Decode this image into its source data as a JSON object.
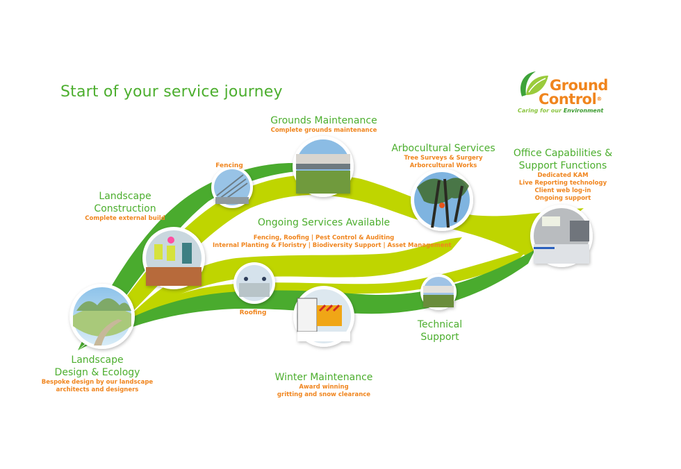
{
  "page_title": "Start of your service journey",
  "logo": {
    "line1": "Ground",
    "line2": "Control",
    "registered": "®",
    "tagline_prefix": "Caring for our",
    "tagline_emphasis": "Environment",
    "icon": "leaf-swirl-icon"
  },
  "colors": {
    "green_dark": "#4aab2e",
    "green_light": "#bfd500",
    "heading_green": "#4cae2e",
    "orange": "#f0851e"
  },
  "stages": {
    "landscape_design": {
      "title_line1": "Landscape",
      "title_line2": "Design & Ecology",
      "sub_line1": "Bespoke design by our landscape",
      "sub_line2": "architects and designers",
      "photo": "landscape-sketch-photo"
    },
    "landscape_construction": {
      "title_line1": "Landscape",
      "title_line2": "Construction",
      "sub_line1": "Complete external build",
      "photo": "construction-workers-photo"
    },
    "fencing": {
      "label": "Fencing",
      "photo": "security-fence-photo"
    },
    "grounds_maintenance": {
      "title_line1": "Grounds Maintenance",
      "sub_line1": "Complete grounds maintenance",
      "photo": "maintained-grounds-photo"
    },
    "arbocultural": {
      "title_line1": "Arbocultural Services",
      "sub_line1": "Tree Surveys & Surgery",
      "sub_line2": "Arborcultural Works",
      "photo": "tree-surgeon-photo"
    },
    "office": {
      "title_line1": "Office Capabilities &",
      "title_line2": "Support Functions",
      "sub_line1": "Dedicated KAM",
      "sub_line2": "Live Reporting technology",
      "sub_line3": "Client web log-in",
      "sub_line4": "Ongoing support",
      "photo": "office-photo"
    },
    "ongoing": {
      "title_line1": "Ongoing Services Available",
      "sub_line1": "Fencing, Roofing | Pest Control & Auditing",
      "sub_line2": "Internal Planting & Floristry | Biodiversity Support | Asset Management"
    },
    "roofing": {
      "label": "Roofing",
      "photo": "roofing-photo"
    },
    "winter": {
      "title_line1": "Winter Maintenance",
      "sub_line1": "Award winning",
      "sub_line2": "gritting and snow clearance",
      "photo": "gritting-truck-photo"
    },
    "technical": {
      "title_line1": "Technical",
      "title_line2": "Support",
      "photo": "technical-site-photo"
    }
  }
}
